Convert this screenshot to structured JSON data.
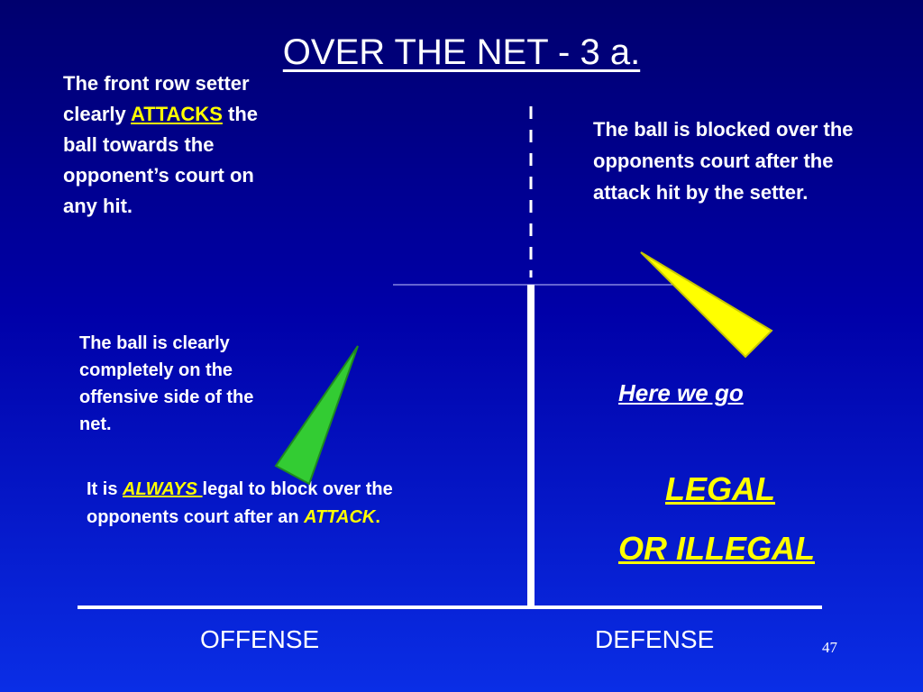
{
  "slide": {
    "title": "OVER THE NET - 3 a.",
    "page_number": "47"
  },
  "setter": {
    "line1": "The front row setter clearly ",
    "attacks": "ATTACKS",
    "line2": " the ball towards the opponent’s court  on any hit."
  },
  "blocked": {
    "text": "The ball is blocked over the opponents court after the attack hit by the setter."
  },
  "offensive_side": {
    "text": "The ball is clearly completely on the offensive side of the net."
  },
  "always": {
    "prefix": "It is ",
    "always": "ALWAYS ",
    "middle": "legal to block over the opponents court after an ",
    "attack": "ATTACK",
    "suffix": "."
  },
  "here_we_go": "Here we go",
  "legal": "LEGAL",
  "or_illegal": "OR  ILLEGAL",
  "labels": {
    "offense": "OFFENSE",
    "defense": "DEFENSE"
  },
  "colors": {
    "background_top": "#00006e",
    "background_bottom": "#0a2ee6",
    "highlight": "#ffff00",
    "green_pointer": "#33cc33",
    "yellow_pointer": "#ffff00",
    "text": "#ffffff"
  }
}
